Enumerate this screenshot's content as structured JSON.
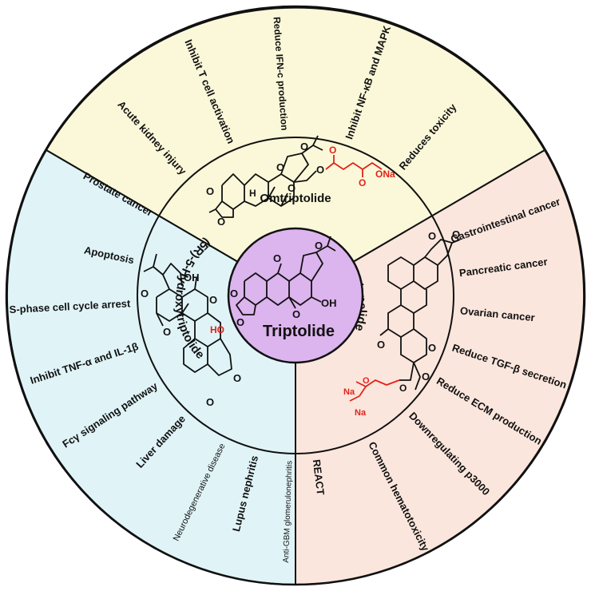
{
  "colors": {
    "top_sector": "#fbf8d9",
    "right_sector": "#fbe6dd",
    "left_sector": "#e0f4f8",
    "center_circle": "#dcb4ee",
    "outline": "#111111",
    "highlight": "#e2231a"
  },
  "center": {
    "name": "Triptolide"
  },
  "sectors": {
    "top": {
      "compound": "Omtriptolide",
      "substituent": "ONa",
      "effects": [
        "Prostate cancer",
        "Acute kidney injury",
        "Inhibit T cell activation",
        "Reduce IFN-c production",
        "Inhibit NF-κB and MAPK",
        "Reduces toxicity"
      ]
    },
    "right": {
      "compound": "Minnelide",
      "substituent": "Na",
      "effects": [
        "Gastrointestinal cancer",
        "Pancreatic cancer",
        "Ovarian cancer",
        "Reduce TGF-β secretion",
        "Reduce ECM production",
        "Downregulating p3000",
        "Common hematotoxicity",
        "REACT"
      ]
    },
    "left": {
      "compound": "(5R)-5-Hydroxytriptolide",
      "substituent": "HO",
      "effects": [
        "Apoptosis",
        "S-phase cell cycle arrest",
        "Inhibit TNF-α and IL-1β",
        "Fcγ signaling pathway",
        "Liver damage",
        "Neurodegenerative disease",
        "Lupus nephritis",
        "Anti-GBM glomerulonephritis"
      ]
    }
  }
}
